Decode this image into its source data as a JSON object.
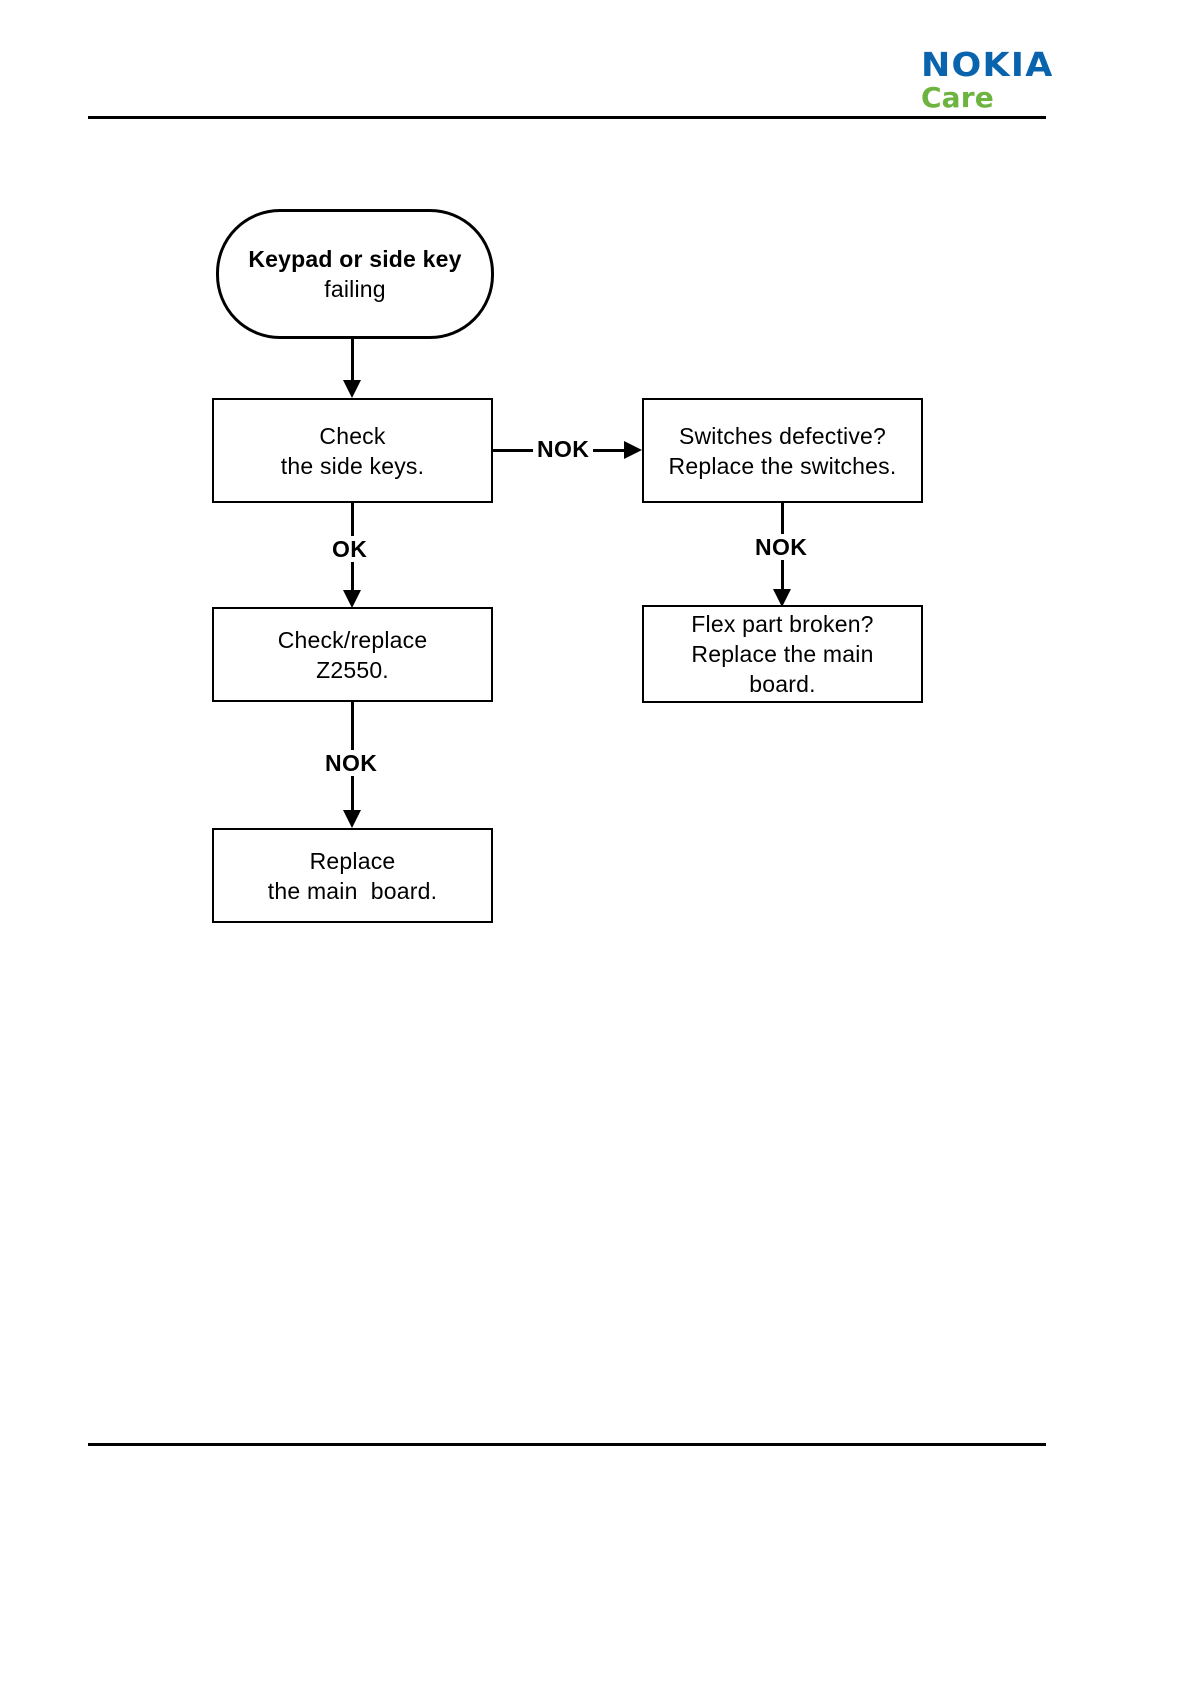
{
  "header": {
    "logo_primary": "NOKIA",
    "logo_secondary": "Care",
    "logo_primary_color": "#0a64ad",
    "logo_secondary_color": "#6cb33f"
  },
  "diagram": {
    "type": "flowchart",
    "nodes": [
      {
        "id": "start",
        "shape": "terminator",
        "line1": "Keypad or side key",
        "line2": "failing",
        "line1_bold": true
      },
      {
        "id": "check-side-keys",
        "shape": "process",
        "line1": "Check",
        "line2": "the side keys."
      },
      {
        "id": "switches-defective",
        "shape": "process",
        "line1": "Switches defective?",
        "line2": "Replace the switches."
      },
      {
        "id": "check-replace-z2550",
        "shape": "process",
        "line1": "Check/replace",
        "line2": "Z2550."
      },
      {
        "id": "flex-part-broken",
        "shape": "process",
        "line1": "Flex part broken?",
        "line2": "Replace the main",
        "line3": "board."
      },
      {
        "id": "replace-main-board",
        "shape": "process",
        "line1": "Replace",
        "line2": "the main  board."
      }
    ],
    "edges": [
      {
        "id": "start-to-check",
        "from": "start",
        "to": "check-side-keys",
        "label": ""
      },
      {
        "id": "check-to-switches",
        "from": "check-side-keys",
        "to": "switches-defective",
        "label": "NOK"
      },
      {
        "id": "check-to-z2550",
        "from": "check-side-keys",
        "to": "check-replace-z2550",
        "label": "OK"
      },
      {
        "id": "switches-to-flex",
        "from": "switches-defective",
        "to": "flex-part-broken",
        "label": "NOK"
      },
      {
        "id": "z2550-to-replace",
        "from": "check-replace-z2550",
        "to": "replace-main-board",
        "label": "NOK"
      }
    ]
  }
}
